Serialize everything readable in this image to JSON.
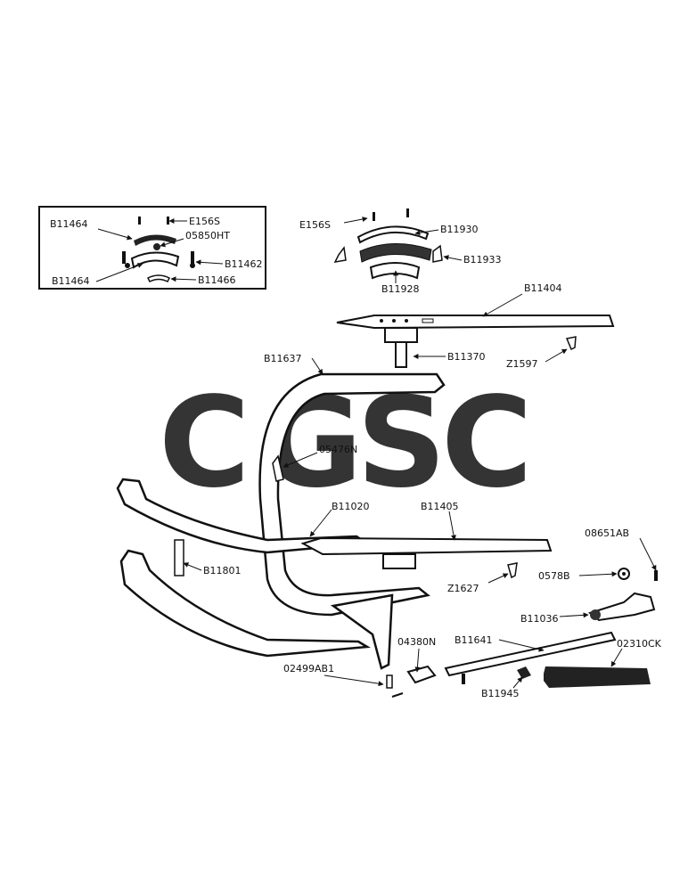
{
  "watermark": {
    "letters": [
      {
        "char": "C",
        "color": "#8ab4f8"
      },
      {
        "char": "G",
        "color": "#f28b82"
      },
      {
        "char": "S",
        "color": "#fdd663"
      },
      {
        "char": "C",
        "color": "#81c995"
      }
    ]
  },
  "labels": {
    "b11464_top": "B11464",
    "e1565_inset": "E156S",
    "s05850ht": "05850HT",
    "b11462": "B11462",
    "b11464_bottom": "B11464",
    "b11466": "B11466",
    "e1565_main": "E156S",
    "b11930": "B11930",
    "b11933": "B11933",
    "b11928": "B11928",
    "b11404": "B11404",
    "b11370": "B11370",
    "z1597": "Z1597",
    "b11637": "B11637",
    "s05476n": "05476N",
    "b11020": "B11020",
    "b11405": "B11405",
    "s08651ab": "08651AB",
    "b11801": "B11801",
    "z1627": "Z1627",
    "s0578b": "0578B",
    "s04380n": "04380N",
    "b11036": "B11036",
    "b11641": "B11641",
    "s02310ck": "02310CK",
    "s02499ab1": "02499AB1",
    "b11945": "B11945"
  }
}
